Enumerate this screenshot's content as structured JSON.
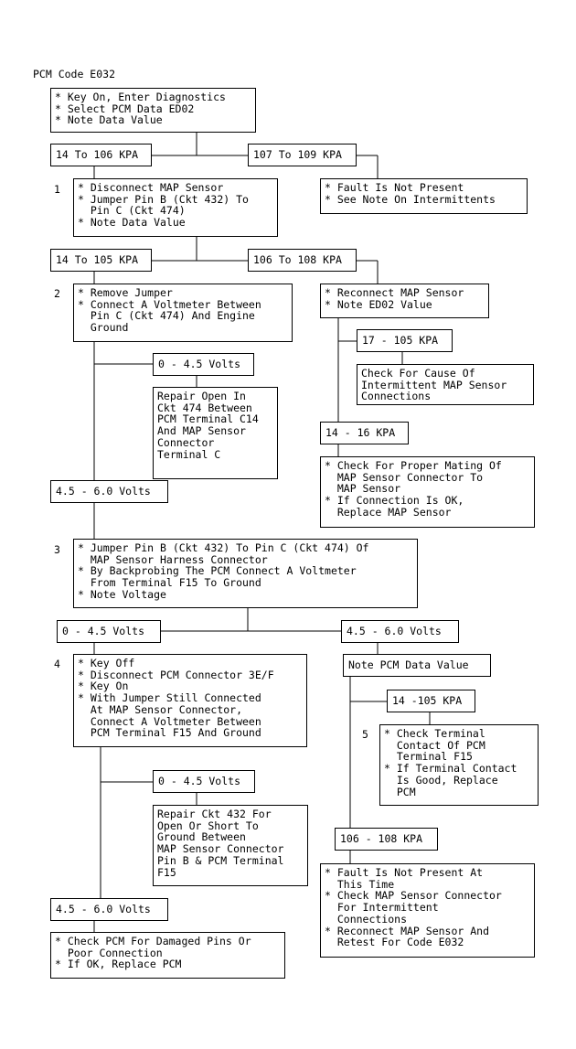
{
  "title": "PCM Code E032",
  "steps": {
    "s1": "1",
    "s2": "2",
    "s3": "3",
    "s4": "4",
    "s5": "5"
  },
  "boxes": {
    "start": [
      "* Key On, Enter Diagnostics",
      "* Select PCM Data ED02",
      "* Note Data Value"
    ],
    "r1_low": [
      "14 To 106 KPA"
    ],
    "r1_high": [
      "107 To 109 KPA"
    ],
    "fault1": [
      "* Fault Is Not Present",
      "* See Note On Intermittents"
    ],
    "step1": [
      "* Disconnect MAP Sensor",
      "* Jumper Pin B (Ckt 432) To",
      "  Pin C (Ckt 474)",
      "* Note Data Value"
    ],
    "r2_low": [
      "14 To 105 KPA"
    ],
    "r2_high": [
      "106 To 108 KPA"
    ],
    "step2": [
      "* Remove Jumper",
      "* Connect A Voltmeter Between",
      "  Pin C (Ckt 474) And Engine",
      "  Ground"
    ],
    "reconnect": [
      "* Reconnect MAP Sensor",
      "* Note ED02 Value"
    ],
    "v1_low": [
      "0 - 4.5 Volts"
    ],
    "repair474": [
      "Repair Open In",
      "Ckt 474 Between",
      "PCM Terminal C14",
      "And MAP Sensor",
      "Connector",
      "Terminal C"
    ],
    "r3_a": [
      "17 - 105 KPA"
    ],
    "cause": [
      "Check For Cause Of",
      "Intermittent MAP Sensor",
      "Connections"
    ],
    "r3_b": [
      "14 - 16 KPA"
    ],
    "mating": [
      "* Check For Proper Mating Of",
      "  MAP Sensor Connector To",
      "  MAP Sensor",
      "* If Connection Is OK,",
      "  Replace MAP Sensor"
    ],
    "v1_high": [
      "4.5 - 6.0 Volts"
    ],
    "step3": [
      "* Jumper Pin B (Ckt 432) To Pin C (Ckt 474) Of",
      "  MAP Sensor Harness Connector",
      "* By Backprobing The PCM Connect A Voltmeter",
      "  From Terminal F15 To Ground",
      "* Note Voltage"
    ],
    "v2_low": [
      "0 - 4.5 Volts"
    ],
    "v2_high": [
      "4.5 - 6.0 Volts"
    ],
    "step4": [
      "* Key Off",
      "* Disconnect PCM Connector 3E/F",
      "* Key On",
      "* With Jumper Still Connected",
      "  At MAP Sensor Connector,",
      "  Connect A Voltmeter Between",
      "  PCM Terminal F15 And Ground"
    ],
    "note_pcm": [
      "Note PCM Data Value"
    ],
    "r4_a": [
      "14 -105 KPA"
    ],
    "step5": [
      "* Check Terminal",
      "  Contact Of PCM",
      "  Terminal F15",
      "* If Terminal Contact",
      "  Is Good, Replace",
      "  PCM"
    ],
    "v3_low": [
      "0 - 4.5 Volts"
    ],
    "repair432": [
      "Repair Ckt 432 For",
      "Open Or Short To",
      "Ground Between",
      "MAP Sensor Connector",
      "Pin B & PCM Terminal",
      "F15"
    ],
    "r4_b": [
      "106 - 108 KPA"
    ],
    "fault2": [
      "* Fault Is Not Present At",
      "  This Time",
      "* Check MAP Sensor Connector",
      "  For Intermittent",
      "  Connections",
      "* Reconnect MAP Sensor And",
      "  Retest For Code E032"
    ],
    "v3_high": [
      "4.5 - 6.0 Volts"
    ],
    "final": [
      "* Check PCM For Damaged Pins Or",
      "  Poor Connection",
      "* If OK, Replace PCM"
    ]
  }
}
